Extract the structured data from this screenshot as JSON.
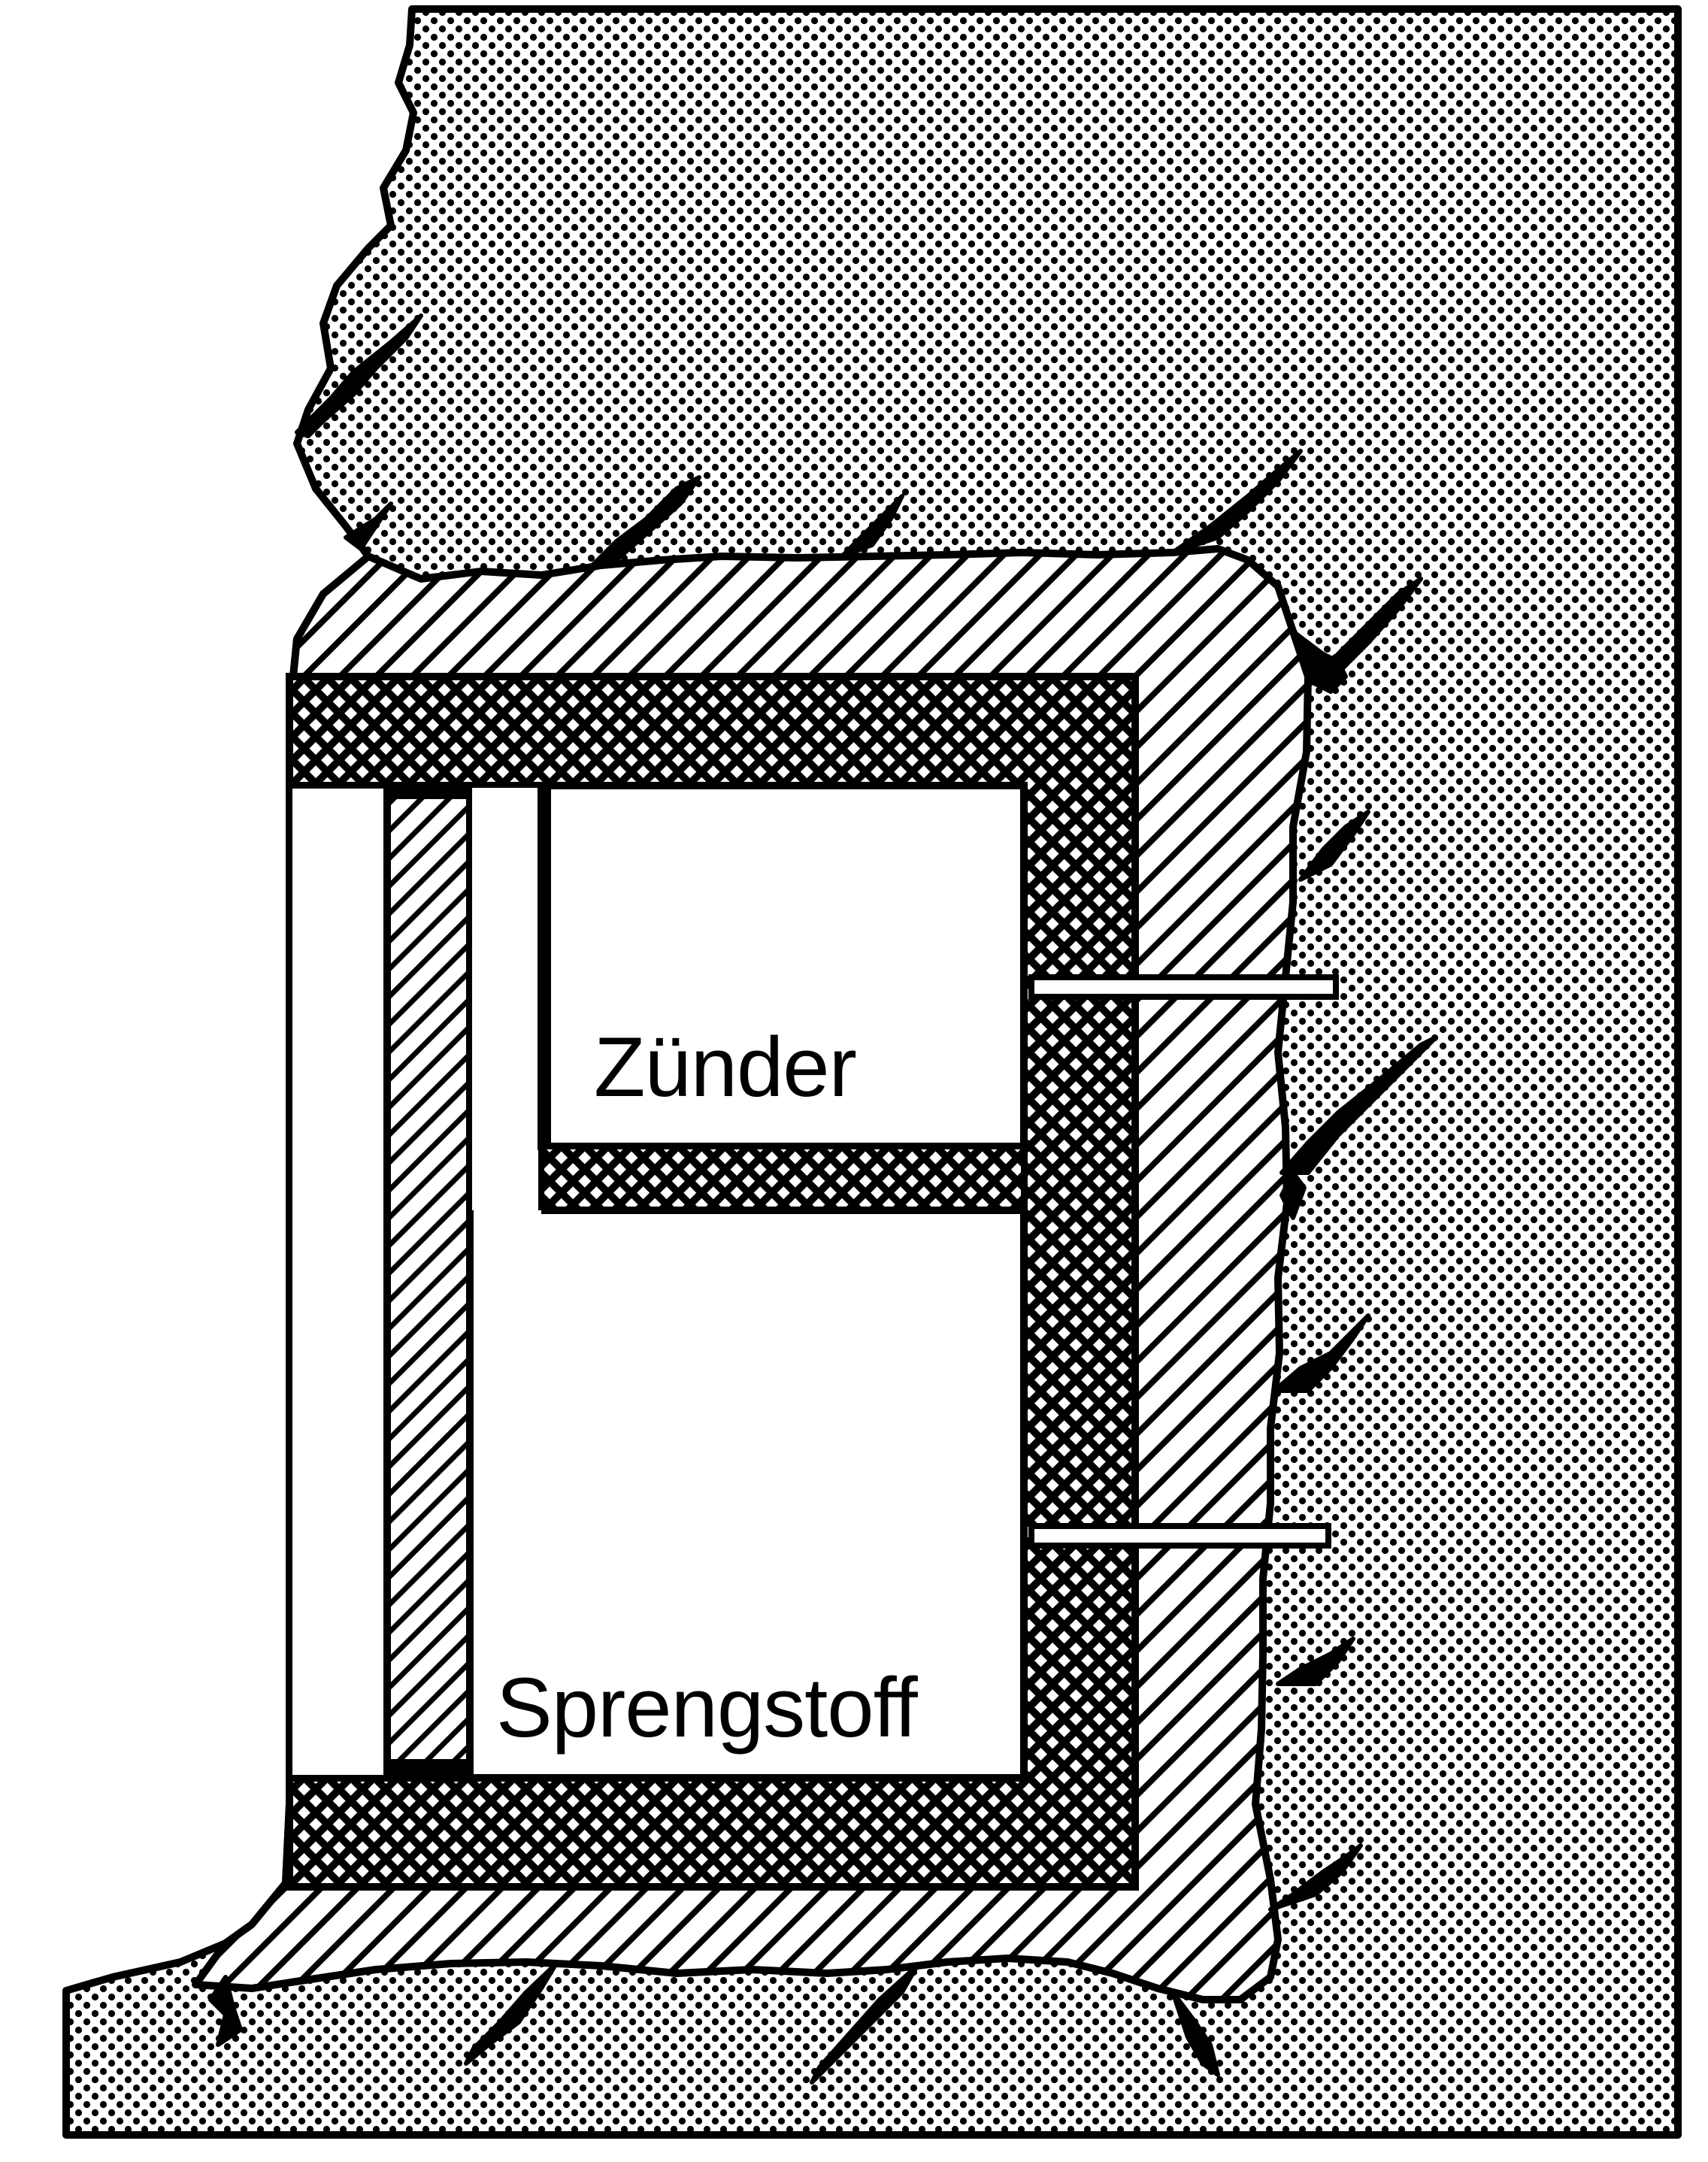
{
  "labels": {
    "igniter": "Zünder",
    "explosive": "Sprengstoff"
  },
  "colors": {
    "ink": "#000000",
    "paper": "#ffffff"
  },
  "patterns": {
    "rock": "dotted",
    "concrete_wall": "diagonal-hatch",
    "insulation": "cross-hatch",
    "inner_plate": "diagonal-hatch"
  }
}
